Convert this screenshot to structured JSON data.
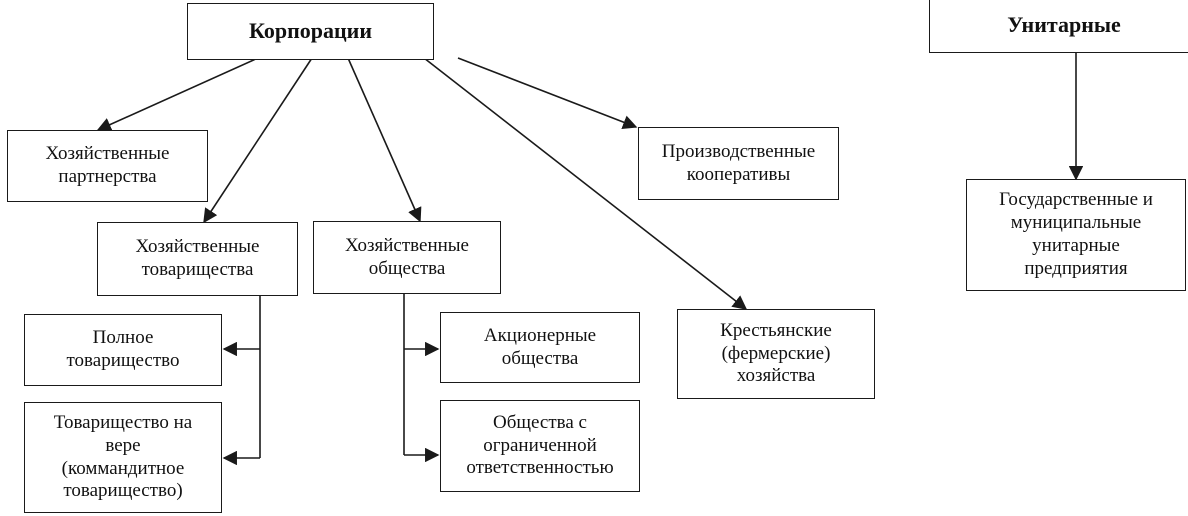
{
  "diagram": {
    "corporations": "Корпорации",
    "unitary": "Унитарные",
    "business_partnerships": "Хозяйственные\nпартнерства",
    "production_cooperatives": "Производственные\nкооперативы",
    "business_associations": "Хозяйственные\nтоварищества",
    "business_companies": "Хозяйственные\nобщества",
    "peasant_farms": "Крестьянские\n(фермерские)\nхозяйства",
    "state_municipal_enterprises": "Государственные и\nмуниципальные\nунитарные\nпредприятия",
    "full_partnership": "Полное\nтоварищество",
    "limited_partnership": "Товарищество на\nвере\n(коммандитное\nтоварищество)",
    "joint_stock_companies": "Акционерные\nобщества",
    "llc": "Общества с\nограниченной\nответственностью"
  }
}
